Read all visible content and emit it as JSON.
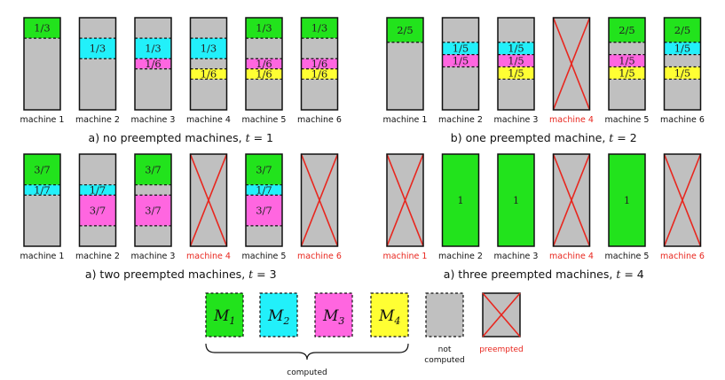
{
  "colors": {
    "M1": "#22e31c",
    "M2": "#22f0fa",
    "M3": "#ff66e0",
    "M4": "#ffff33",
    "not_computed": "#c0c0c0",
    "preempted_mark": "#e8261e"
  },
  "panels": [
    {
      "caption_prefix": "a) no preempted machines, ",
      "caption_var": "t",
      "caption_eq": " = 1",
      "machines": [
        {
          "label": "machine 1",
          "preempted": false,
          "segments": [
            {
              "type": "M1",
              "size": 0.2222,
              "label": "1/3"
            },
            {
              "type": "none",
              "size": 0.7778,
              "label": ""
            }
          ]
        },
        {
          "label": "machine 2",
          "preempted": false,
          "segments": [
            {
              "type": "none",
              "size": 0.2222,
              "label": ""
            },
            {
              "type": "M2",
              "size": 0.2222,
              "label": "1/3"
            },
            {
              "type": "none",
              "size": 0.5556,
              "label": ""
            }
          ]
        },
        {
          "label": "machine 3",
          "preempted": false,
          "segments": [
            {
              "type": "none",
              "size": 0.2222,
              "label": ""
            },
            {
              "type": "M2",
              "size": 0.2222,
              "label": "1/3"
            },
            {
              "type": "M3",
              "size": 0.1111,
              "label": "1/6"
            },
            {
              "type": "none",
              "size": 0.4445,
              "label": ""
            }
          ]
        },
        {
          "label": "machine 4",
          "preempted": false,
          "segments": [
            {
              "type": "none",
              "size": 0.2222,
              "label": ""
            },
            {
              "type": "M2",
              "size": 0.2222,
              "label": "1/3"
            },
            {
              "type": "none",
              "size": 0.1111,
              "label": ""
            },
            {
              "type": "M4",
              "size": 0.1111,
              "label": "1/6"
            },
            {
              "type": "none",
              "size": 0.3334,
              "label": ""
            }
          ]
        },
        {
          "label": "machine 5",
          "preempted": false,
          "segments": [
            {
              "type": "M1",
              "size": 0.2222,
              "label": "1/3"
            },
            {
              "type": "none",
              "size": 0.2222,
              "label": ""
            },
            {
              "type": "M3",
              "size": 0.1111,
              "label": "1/6"
            },
            {
              "type": "M4",
              "size": 0.1111,
              "label": "1/6"
            },
            {
              "type": "none",
              "size": 0.3334,
              "label": ""
            }
          ]
        },
        {
          "label": "machine 6",
          "preempted": false,
          "segments": [
            {
              "type": "M1",
              "size": 0.2222,
              "label": "1/3"
            },
            {
              "type": "none",
              "size": 0.2222,
              "label": ""
            },
            {
              "type": "M3",
              "size": 0.1111,
              "label": "1/6"
            },
            {
              "type": "M4",
              "size": 0.1111,
              "label": "1/6"
            },
            {
              "type": "none",
              "size": 0.3334,
              "label": ""
            }
          ]
        }
      ]
    },
    {
      "caption_prefix": "b) one preempted machine, ",
      "caption_var": "t",
      "caption_eq": " = 2",
      "machines": [
        {
          "label": "machine 1",
          "preempted": false,
          "segments": [
            {
              "type": "M1",
              "size": 0.2667,
              "label": "2/5"
            },
            {
              "type": "none",
              "size": 0.7333,
              "label": ""
            }
          ]
        },
        {
          "label": "machine 2",
          "preempted": false,
          "segments": [
            {
              "type": "none",
              "size": 0.2667,
              "label": ""
            },
            {
              "type": "M2",
              "size": 0.1333,
              "label": "1/5"
            },
            {
              "type": "M3",
              "size": 0.1333,
              "label": "1/5"
            },
            {
              "type": "none",
              "size": 0.4667,
              "label": ""
            }
          ]
        },
        {
          "label": "machine 3",
          "preempted": false,
          "segments": [
            {
              "type": "none",
              "size": 0.2667,
              "label": ""
            },
            {
              "type": "M2",
              "size": 0.1333,
              "label": "1/5"
            },
            {
              "type": "M3",
              "size": 0.1333,
              "label": "1/5"
            },
            {
              "type": "M4",
              "size": 0.1333,
              "label": "1/5"
            },
            {
              "type": "none",
              "size": 0.3334,
              "label": ""
            }
          ]
        },
        {
          "label": "machine 4",
          "preempted": true,
          "segments": []
        },
        {
          "label": "machine 5",
          "preempted": false,
          "segments": [
            {
              "type": "M1",
              "size": 0.2667,
              "label": "2/5"
            },
            {
              "type": "none",
              "size": 0.1333,
              "label": ""
            },
            {
              "type": "M3",
              "size": 0.1333,
              "label": "1/5"
            },
            {
              "type": "M4",
              "size": 0.1333,
              "label": "1/5"
            },
            {
              "type": "none",
              "size": 0.3334,
              "label": ""
            }
          ]
        },
        {
          "label": "machine 6",
          "preempted": false,
          "segments": [
            {
              "type": "M1",
              "size": 0.2667,
              "label": "2/5"
            },
            {
              "type": "M2",
              "size": 0.1333,
              "label": "1/5"
            },
            {
              "type": "none",
              "size": 0.1333,
              "label": ""
            },
            {
              "type": "M4",
              "size": 0.1333,
              "label": "1/5"
            },
            {
              "type": "none",
              "size": 0.3334,
              "label": ""
            }
          ]
        }
      ]
    },
    {
      "caption_prefix": "a) two preempted machines, ",
      "caption_var": "t",
      "caption_eq": " = 3",
      "machines": [
        {
          "label": "machine 1",
          "preempted": false,
          "segments": [
            {
              "type": "M1",
              "size": 0.3333,
              "label": "3/7"
            },
            {
              "type": "M2",
              "size": 0.1111,
              "label": "1/7"
            },
            {
              "type": "none",
              "size": 0.5556,
              "label": ""
            }
          ]
        },
        {
          "label": "machine 2",
          "preempted": false,
          "segments": [
            {
              "type": "none",
              "size": 0.3333,
              "label": ""
            },
            {
              "type": "M2",
              "size": 0.1111,
              "label": "1/7"
            },
            {
              "type": "M3",
              "size": 0.3333,
              "label": "3/7"
            },
            {
              "type": "none",
              "size": 0.2223,
              "label": ""
            }
          ]
        },
        {
          "label": "machine 3",
          "preempted": false,
          "segments": [
            {
              "type": "M1",
              "size": 0.3333,
              "label": "3/7"
            },
            {
              "type": "none",
              "size": 0.1111,
              "label": ""
            },
            {
              "type": "M3",
              "size": 0.3333,
              "label": "3/7"
            },
            {
              "type": "none",
              "size": 0.2223,
              "label": ""
            }
          ]
        },
        {
          "label": "machine 4",
          "preempted": true,
          "segments": []
        },
        {
          "label": "machine 5",
          "preempted": false,
          "segments": [
            {
              "type": "M1",
              "size": 0.3333,
              "label": "3/7"
            },
            {
              "type": "M2",
              "size": 0.1111,
              "label": "1/7"
            },
            {
              "type": "M3",
              "size": 0.3333,
              "label": "3/7"
            },
            {
              "type": "none",
              "size": 0.2223,
              "label": ""
            }
          ]
        },
        {
          "label": "machine 6",
          "preempted": true,
          "segments": []
        }
      ]
    },
    {
      "caption_prefix": "a) three preempted machines, ",
      "caption_var": "t",
      "caption_eq": " = 4",
      "machines": [
        {
          "label": "machine 1",
          "preempted": true,
          "segments": []
        },
        {
          "label": "machine 2",
          "preempted": false,
          "segments": [
            {
              "type": "M1",
              "size": 1.0,
              "label": "1"
            }
          ]
        },
        {
          "label": "machine 3",
          "preempted": false,
          "segments": [
            {
              "type": "M1",
              "size": 1.0,
              "label": "1"
            }
          ]
        },
        {
          "label": "machine 4",
          "preempted": true,
          "segments": []
        },
        {
          "label": "machine 5",
          "preempted": false,
          "segments": [
            {
              "type": "M1",
              "size": 1.0,
              "label": "1"
            }
          ]
        },
        {
          "label": "machine 6",
          "preempted": true,
          "segments": []
        }
      ]
    }
  ],
  "legend": {
    "items": [
      {
        "type": "M1",
        "symbol": "M",
        "sub": "1"
      },
      {
        "type": "M2",
        "symbol": "M",
        "sub": "2"
      },
      {
        "type": "M3",
        "symbol": "M",
        "sub": "3"
      },
      {
        "type": "M4",
        "symbol": "M",
        "sub": "4"
      }
    ],
    "computed_label": "computed",
    "not_computed_line1": "not",
    "not_computed_line2": "computed",
    "preempted_label": "preempted"
  }
}
